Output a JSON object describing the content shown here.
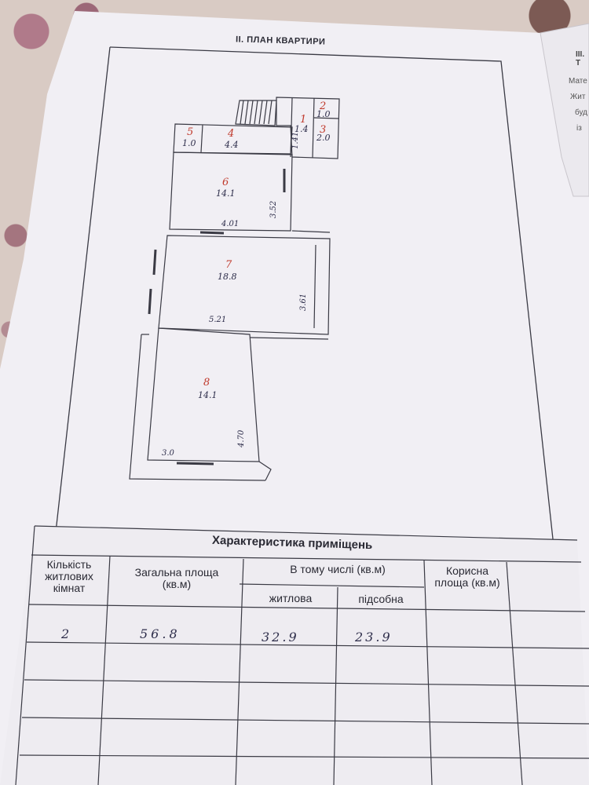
{
  "page": {
    "section_title": "II. ПЛАН КВАРТИРИ",
    "next_section_title": "III. Т",
    "next_page_fragments": [
      "Мате",
      "Жит",
      "буд",
      "із"
    ]
  },
  "plan": {
    "rooms": [
      {
        "num": "1",
        "area": "1.4"
      },
      {
        "num": "2",
        "area": "1.0"
      },
      {
        "num": "3",
        "area": "2.0"
      },
      {
        "num": "4",
        "area": "4.4"
      },
      {
        "num": "5",
        "area": "1.0"
      },
      {
        "num": "6",
        "area": "14.1"
      },
      {
        "num": "7",
        "area": "18.8"
      },
      {
        "num": "8",
        "area": "14.1"
      }
    ],
    "dimensions": {
      "d_1_41": "1.41",
      "d_3_52": "3.52",
      "d_4_01": "4.01",
      "d_3_61": "3.61",
      "d_5_21": "5.21",
      "d_4_70": "4.70",
      "d_3_0": "3.0"
    }
  },
  "table": {
    "title": "Характеристика приміщень",
    "headers": {
      "rooms_count": "Кількість житлових кімнат",
      "total_area": "Загальна площа (кв.м)",
      "including": "В тому числі (кв.м)",
      "living": "житлова",
      "auxiliary": "підсобна",
      "useful_area": "Корисна площа (кв.м)"
    },
    "row": {
      "rooms_count": "2",
      "total_area": "56.8",
      "living": "32.9",
      "auxiliary": "23.9"
    }
  },
  "colors": {
    "paper": "#f1eff4",
    "ink": "#2a2a34",
    "red_ink": "#c0392b"
  }
}
